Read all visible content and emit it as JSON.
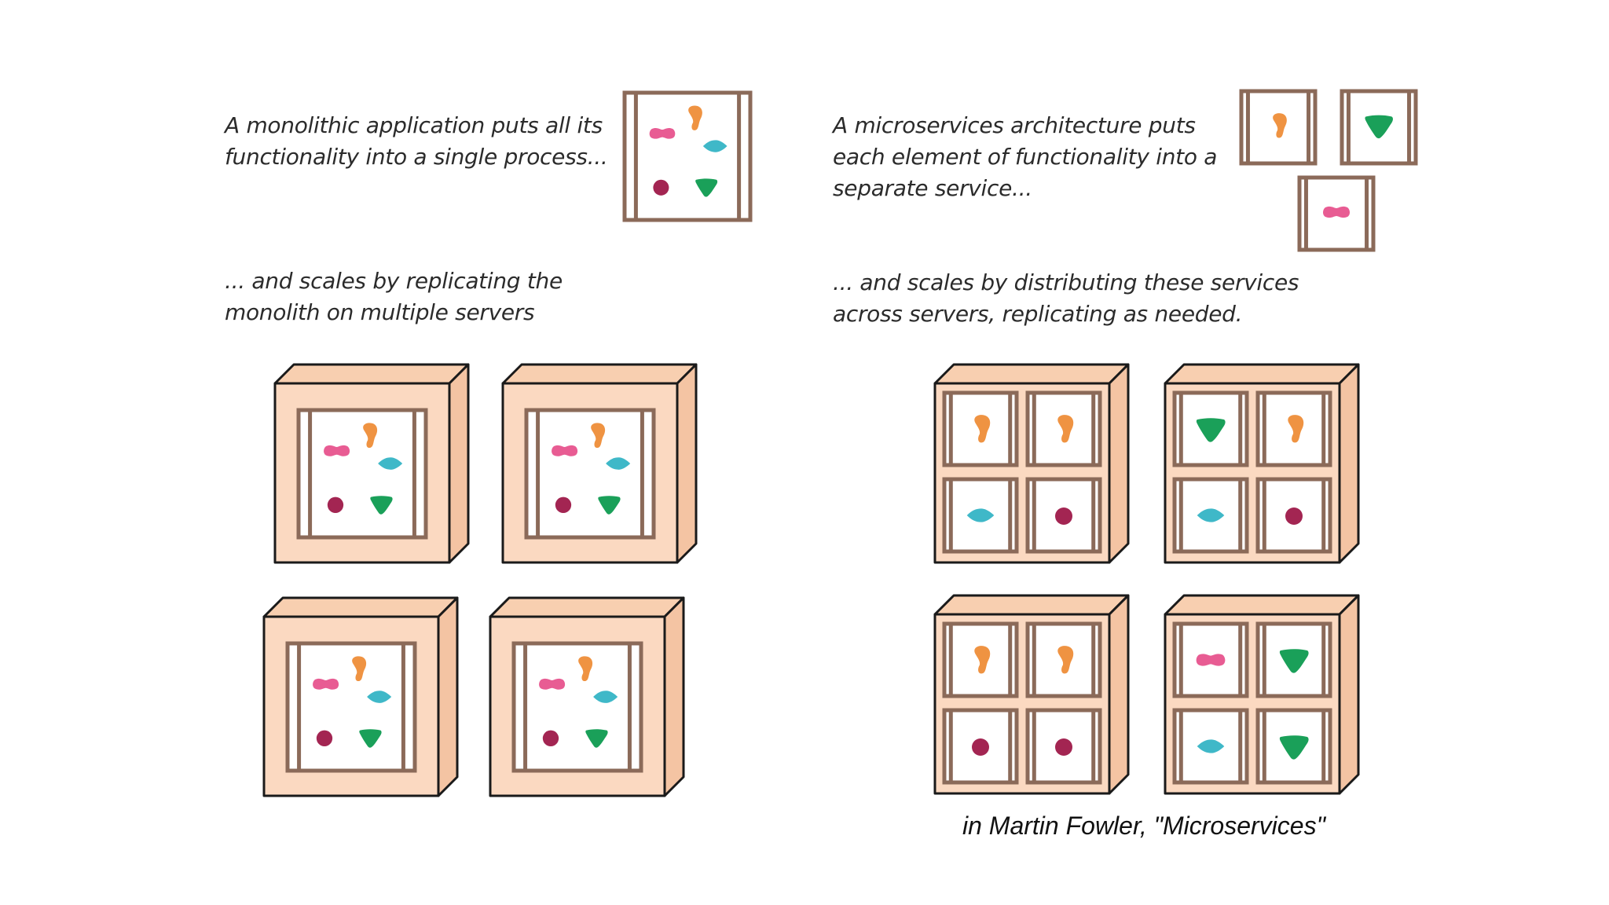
{
  "captions": {
    "monolith_intro": [
      "A monolithic application puts all its",
      "functionality into a single process..."
    ],
    "monolith_scale": [
      "... and scales by replicating the",
      "monolith on multiple servers"
    ],
    "micro_intro": [
      "A microservices architecture puts",
      "each element of functionality into a",
      "separate service..."
    ],
    "micro_scale": [
      "... and scales by distributing these services",
      "across servers, replicating as needed."
    ]
  },
  "citation": "in Martin Fowler, \"Microservices\"",
  "colors": {
    "frame": "#8b6a59",
    "server_face": "#fbd9c1",
    "orange": "#ef9342",
    "pink": "#e85c93",
    "teal": "#3fb8c8",
    "maroon": "#a32552",
    "green": "#1aa059"
  },
  "microservice_servers": [
    [
      "orange-blob",
      "orange-blob",
      "teal-diamond",
      "maroon-circle"
    ],
    [
      "green-triangle",
      "orange-blob",
      "teal-diamond",
      "maroon-circle"
    ],
    [
      "orange-blob",
      "orange-blob",
      "maroon-circle",
      "maroon-circle"
    ],
    [
      "pink-bowtie",
      "green-triangle",
      "teal-diamond",
      "green-triangle"
    ]
  ]
}
